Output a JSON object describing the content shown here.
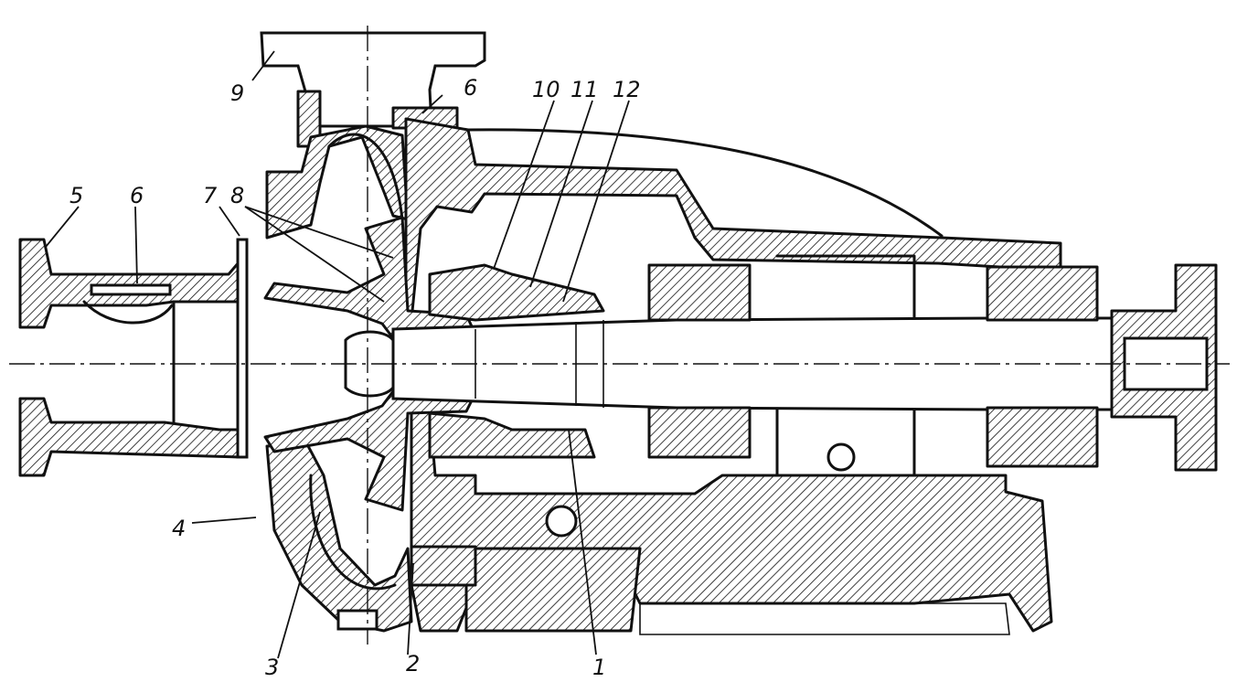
{
  "labels": {
    "l1": "1",
    "l2": "2",
    "l3": "3",
    "l4": "4",
    "l5": "5",
    "l6a": "6",
    "l6b": "6",
    "l7": "7",
    "l8": "8",
    "l9": "9",
    "l10": "10",
    "l11": "11",
    "l12": "12"
  }
}
